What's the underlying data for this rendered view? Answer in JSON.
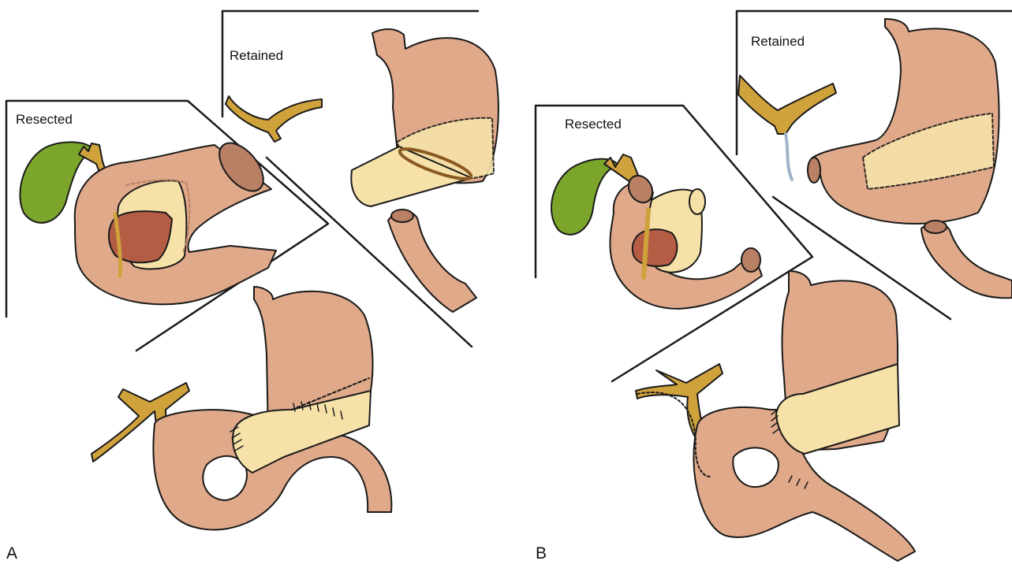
{
  "panels": [
    {
      "letter": "A",
      "resected_label": "Resected",
      "retained_label": "Retained"
    },
    {
      "letter": "B",
      "resected_label": "Resected",
      "retained_label": "Retained"
    }
  ],
  "colors": {
    "stomach": "#dfa98a",
    "pancreas": "#f6e2a8",
    "bile_duct": "#cfa23c",
    "gallbladder": "#7ca52c",
    "tumor": "#b55c45",
    "outline": "#1a1a1a",
    "lumen": "#b98065"
  }
}
